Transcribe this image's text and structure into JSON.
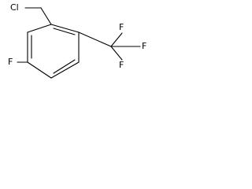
{
  "molecule": {
    "labels": {
      "chloro": "Cl",
      "ring_fluoro": "F",
      "cf3_f_top": "F",
      "cf3_f_right": "F",
      "cf3_f_bottom": "F"
    }
  }
}
